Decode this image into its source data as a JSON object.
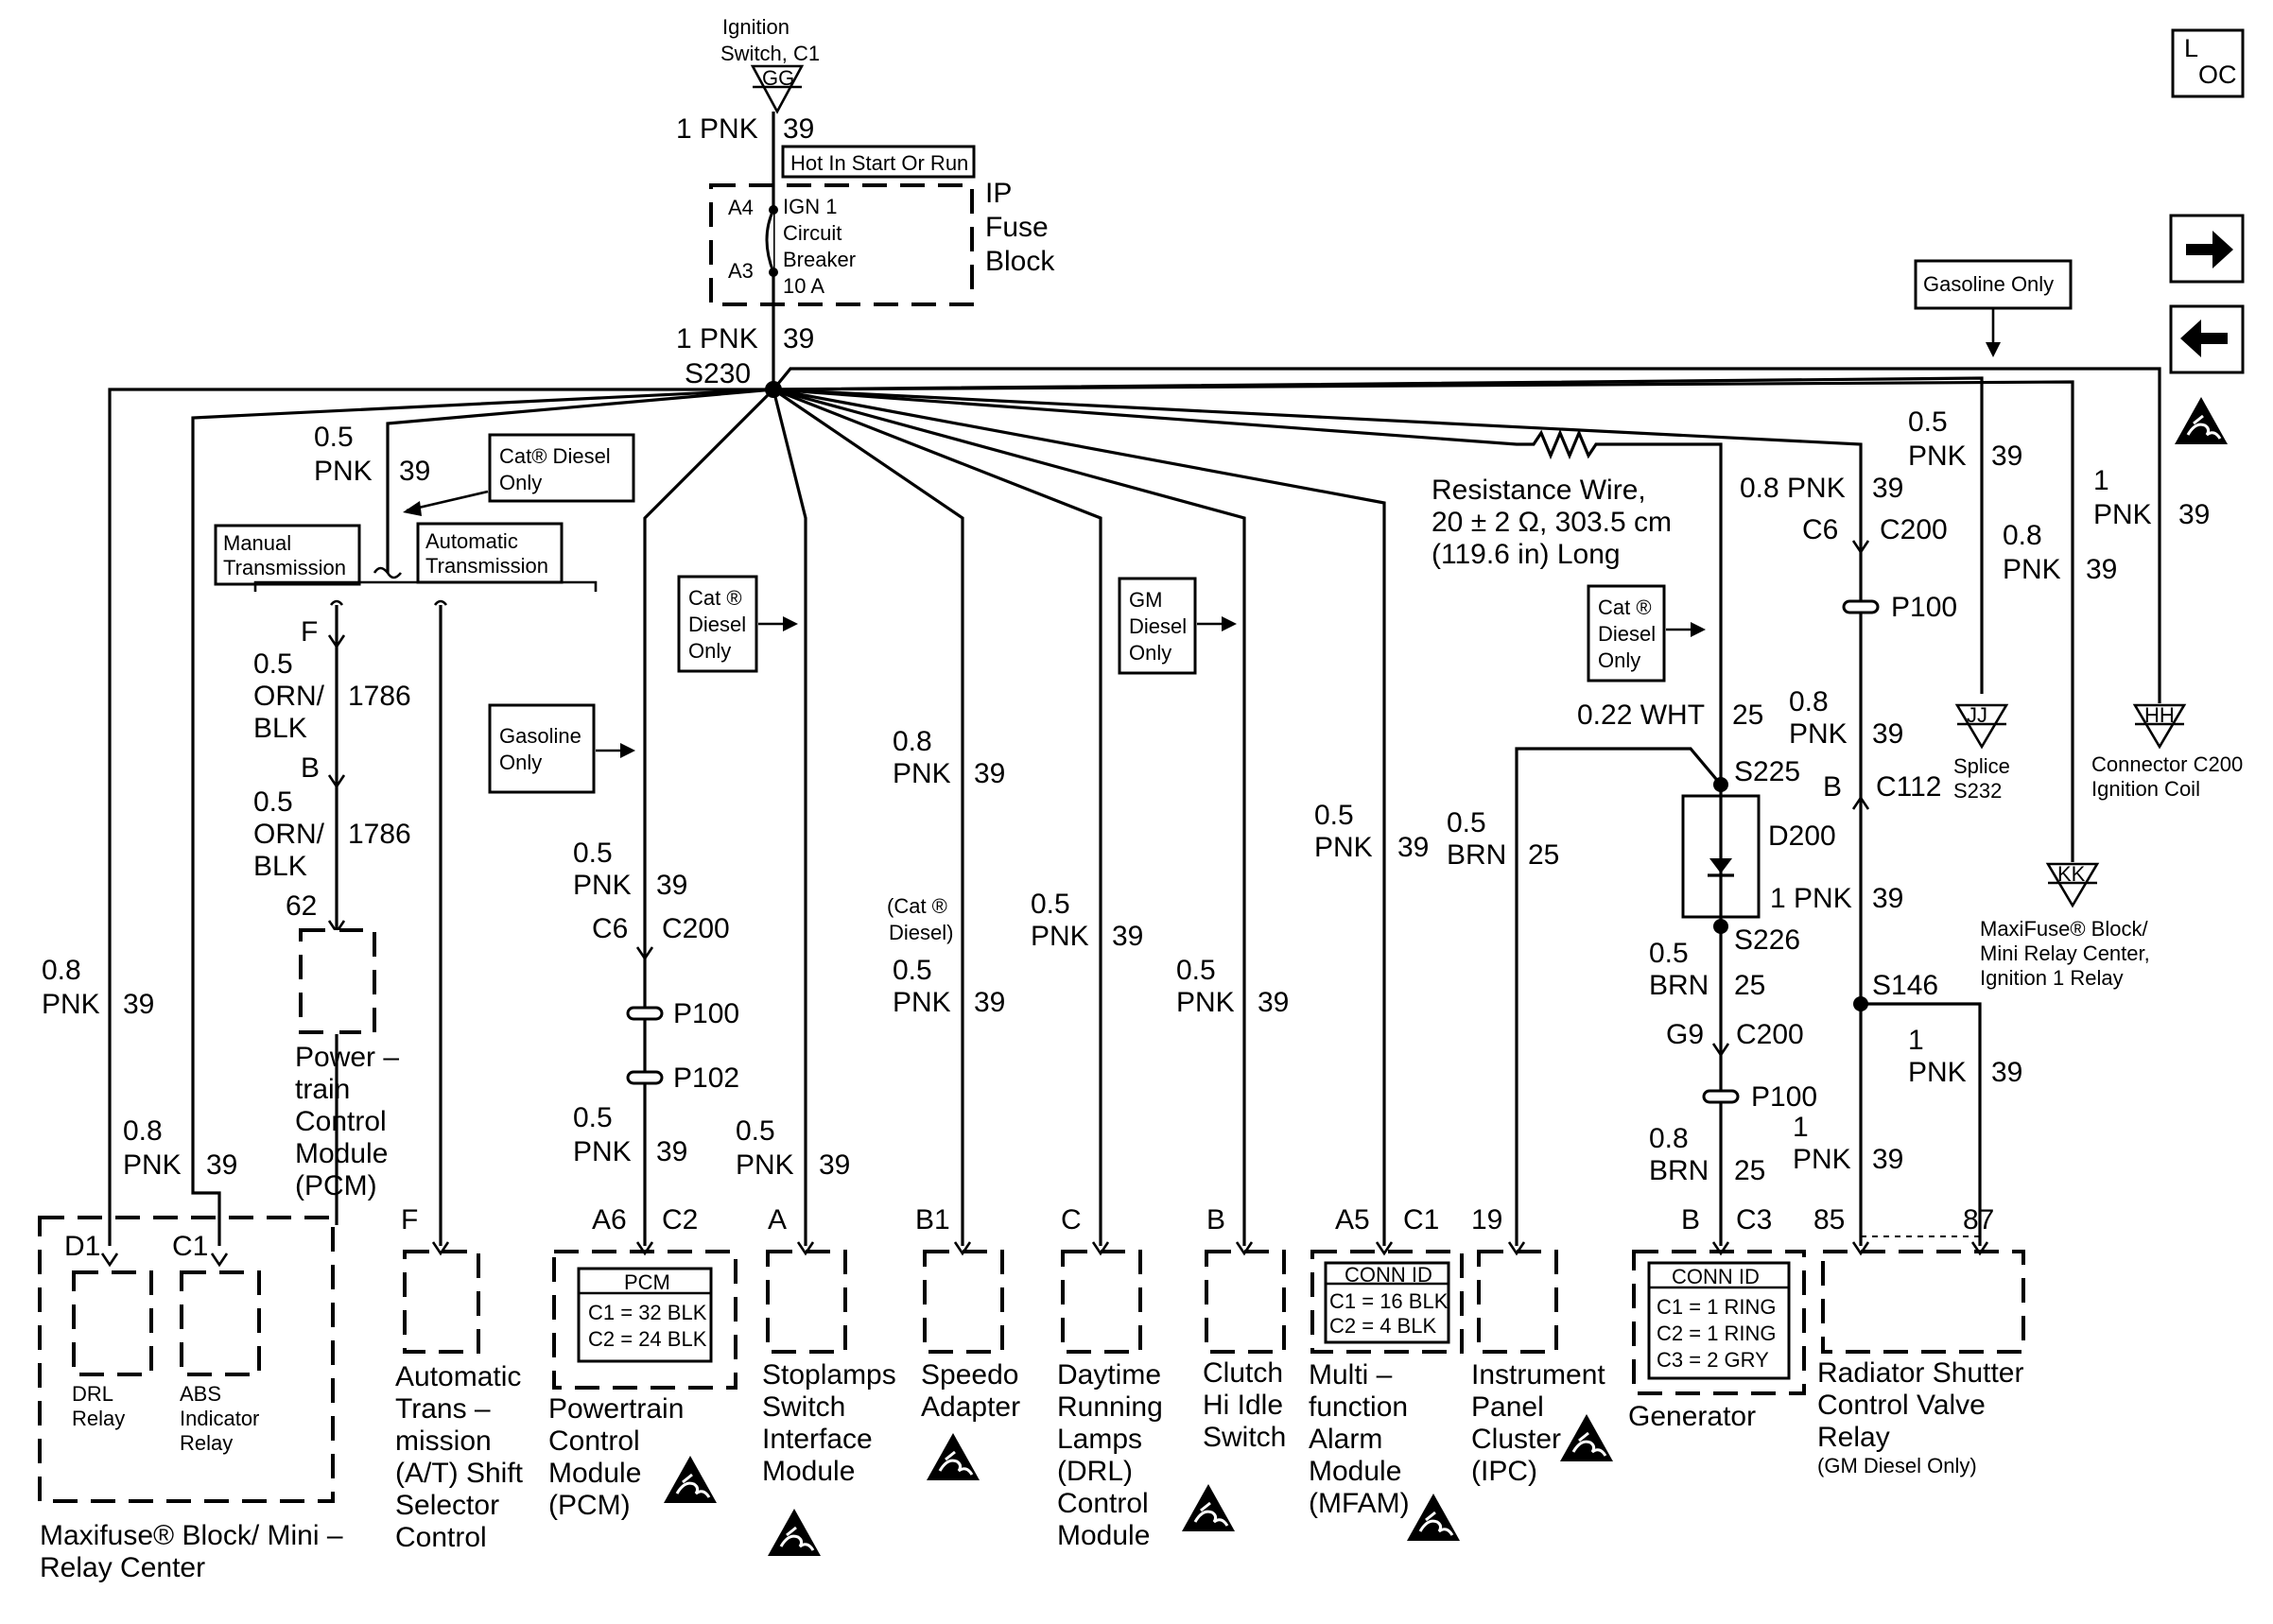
{
  "labels": {
    "ign_switch_1": "Ignition",
    "ign_switch_2": "Switch, C1",
    "ign_gg": "GG",
    "top_wire_a": "1 PNK",
    "top_wire_a_num": "39",
    "hot_in": "Hot In Start Or Run",
    "fuse_a4": "A4",
    "fuse_a3": "A3",
    "fuse_1": "IGN 1",
    "fuse_2": "Circuit",
    "fuse_3": "Breaker",
    "fuse_4": "10 A",
    "ip_1": "IP",
    "ip_2": "Fuse",
    "ip_3": "Block",
    "top_wire_b": "1 PNK",
    "top_wire_b_num": "39",
    "s230": "S230",
    "loc_l": "L",
    "loc_oc": "OC",
    "gas_only_top": "Gasoline Only",
    "w_05pnk_a1": "0.5",
    "w_05pnk_a2": "PNK",
    "w_05pnk_a_num": "39",
    "cat_diesel_a1": "Cat® Diesel",
    "cat_diesel_a2": "Only",
    "manual_1": "Manual",
    "manual_2": "Transmission",
    "auto_1": "Automatic",
    "auto_2": "Transmission",
    "f_top": "F",
    "orn_a1": "0.5",
    "orn_a2": "ORN/",
    "orn_a3": "BLK",
    "orn_a_num": "1786",
    "b_mid": "B",
    "orn_b1": "0.5",
    "orn_b2": "ORN/",
    "orn_b3": "BLK",
    "orn_b_num": "1786",
    "pin62": "62",
    "pcm_left_1": "Power –",
    "pcm_left_2": "train",
    "pcm_left_3": "Control",
    "pcm_left_4": "Module",
    "pcm_left_5": "(PCM)",
    "left_08_1": "0.8",
    "left_08_2": "PNK",
    "left_08_num": "39",
    "left2_08_1": "0.8",
    "left2_08_2": "PNK",
    "left2_08_num": "39",
    "d1": "D1",
    "c1_left": "C1",
    "drl_relay_1": "DRL",
    "drl_relay_2": "Relay",
    "abs_1": "ABS",
    "abs_2": "Indicator",
    "abs_3": "Relay",
    "maxi_1": "Maxifuse® Block/ Mini –",
    "maxi_2": "Relay Center",
    "f_bottom": "F",
    "at_1": "Automatic",
    "at_2": "Trans –",
    "at_3": "mission",
    "at_4": "(A/T) Shift",
    "at_5": "Selector",
    "at_6": "Control",
    "gas_only_mid_1": "Gasoline",
    "gas_only_mid_2": "Only",
    "pcm_w_1": "0.5",
    "pcm_w_2": "PNK",
    "pcm_w_num": "39",
    "pcm_c6": "C6",
    "pcm_c200": "C200",
    "pcm_p100": "P100",
    "pcm_p102": "P102",
    "pcm_w2_1": "0.5",
    "pcm_w2_2": "PNK",
    "pcm_w2_num": "39",
    "pcm_a6": "A6",
    "pcm_c2": "C2",
    "pcm_conn_h": "PCM",
    "pcm_conn_1": "C1 = 32 BLK",
    "pcm_conn_2": "C2 = 24 BLK",
    "pcm_name_1": "Powertrain",
    "pcm_name_2": "Control",
    "pcm_name_3": "Module",
    "pcm_name_4": "(PCM)",
    "cat_b_1": "Cat ®",
    "cat_b_2": "Diesel",
    "cat_b_3": "Only",
    "stop_w_1": "0.5",
    "stop_w_2": "PNK",
    "stop_w_num": "39",
    "stop_a": "A",
    "stop_1": "Stoplamps",
    "stop_2": "Switch",
    "stop_3": "Interface",
    "stop_4": "Module",
    "speedo_w_1": "0.8",
    "speedo_w_2": "PNK",
    "speedo_w_num": "39",
    "speedo_cat_1": "(Cat ®",
    "speedo_cat_2": "Diesel)",
    "speedo_w2_1": "0.5",
    "speedo_w2_2": "PNK",
    "speedo_w2_num": "39",
    "speedo_b1": "B1",
    "speedo_1": "Speedo",
    "speedo_2": "Adapter",
    "drl_w_1": "0.5",
    "drl_w_2": "PNK",
    "drl_w_num": "39",
    "drl_c": "C",
    "drl_1": "Daytime",
    "drl_2": "Running",
    "drl_3": "Lamps",
    "drl_4": "(DRL)",
    "drl_5": "Control",
    "drl_6": "Module",
    "gm_1": "GM",
    "gm_2": "Diesel",
    "gm_3": "Only",
    "clutch_w_1": "0.5",
    "clutch_w_2": "PNK",
    "clutch_w_num": "39",
    "clutch_b": "B",
    "clutch_1": "Clutch",
    "clutch_2": "Hi Idle",
    "clutch_3": "Switch",
    "mfam_w_1": "0.5",
    "mfam_w_2": "PNK",
    "mfam_w_num": "39",
    "mfam_a5": "A5",
    "mfam_c1": "C1",
    "mfam_conn_h": "CONN ID",
    "mfam_conn_1": "C1 = 16 BLK",
    "mfam_conn_2": "C2 = 4 BLK",
    "mfam_1": "Multi –",
    "mfam_2": "function",
    "mfam_3": "Alarm",
    "mfam_4": "Module",
    "mfam_5": "(MFAM)",
    "ipc_w_1": "0.5",
    "ipc_w_2": "BRN",
    "ipc_w_num": "25",
    "ipc_19": "19",
    "ipc_1": "Instrument",
    "ipc_2": "Panel",
    "ipc_3": "Cluster",
    "ipc_4": "(IPC)",
    "res_1": "Resistance Wire,",
    "res_2": "20 ± 2 Ω, 303.5 cm",
    "res_3": "(119.6 in) Long",
    "cat_c_1": "Cat ®",
    "cat_c_2": "Diesel",
    "cat_c_3": "Only",
    "wht_w": "0.22 WHT",
    "wht_num": "25",
    "s225": "S225",
    "d200": "D200",
    "s226": "S226",
    "gen_w_1": "0.5",
    "gen_w_2": "BRN",
    "gen_w_num": "25",
    "gen_g9": "G9",
    "gen_c200": "C200",
    "gen_p100": "P100",
    "gen_w2_1": "0.8",
    "gen_w2_2": "BRN",
    "gen_w2_num": "25",
    "gen_b": "B",
    "gen_c3": "C3",
    "gen_conn_h": "CONN ID",
    "gen_conn_1": "C1 = 1 RING",
    "gen_conn_2": "C2 = 1 RING",
    "gen_conn_3": "C3 = 2 GRY",
    "gen_name": "Generator",
    "rad_w_1": "0.8 PNK",
    "rad_w_num": "39",
    "rad_c6": "C6",
    "rad_c200": "C200",
    "rad_p100": "P100",
    "rad_w2_1": "0.8",
    "rad_w2_2": "PNK",
    "rad_w2_num": "39",
    "rad_b": "B",
    "rad_c112": "C112",
    "rad_w3": "1 PNK",
    "rad_w3_num": "39",
    "s146": "S146",
    "rad_w4_1": "1",
    "rad_w4_2": "PNK",
    "rad_w4_num": "39",
    "rad_w5_1": "1",
    "rad_w5_2": "PNK",
    "rad_w5_num": "39",
    "rad_85": "85",
    "rad_87": "87",
    "rad_1": "Radiator Shutter",
    "rad_2": "Control Valve",
    "rad_3": "Relay",
    "rad_4": "(GM Diesel Only)",
    "jj_w_1": "0.5",
    "jj_w_2": "PNK",
    "jj_w_num": "39",
    "jj": "JJ",
    "jj_1": "Splice",
    "jj_2": "S232",
    "kk_w_1": "0.8",
    "kk_w_2": "PNK",
    "kk_w_num": "39",
    "kk": "KK",
    "kk_1": "MaxiFuse® Block/",
    "kk_2": "Mini Relay Center,",
    "kk_3": "Ignition 1 Relay",
    "hh_w_1": "1",
    "hh_w_2": "PNK",
    "hh_w_num": "39",
    "hh": "HH",
    "hh_1": "Connector C200",
    "hh_2": "Ignition Coil"
  }
}
